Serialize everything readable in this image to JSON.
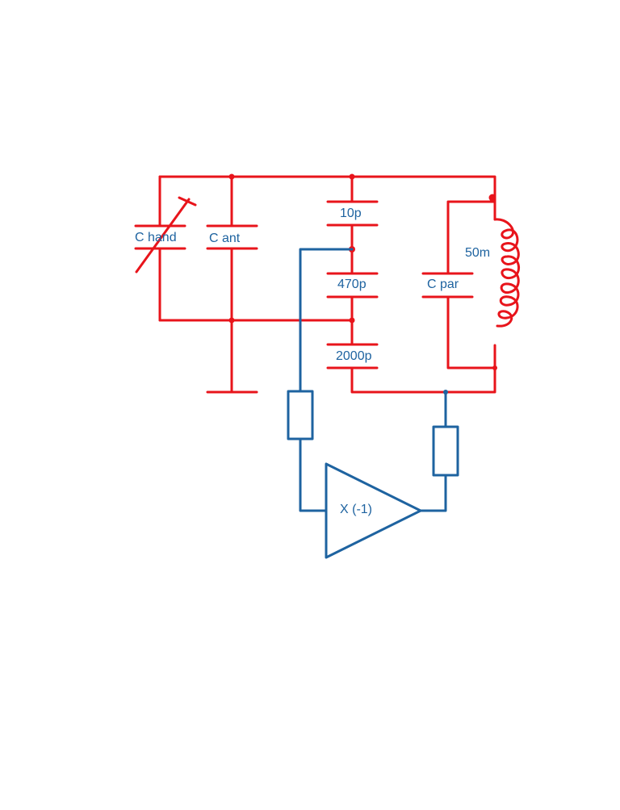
{
  "colors": {
    "circuit": "#e8141b",
    "feedback": "#1e63a0",
    "background": "#ffffff"
  },
  "labels": {
    "c_hand": "C hand",
    "c_ant": "C ant",
    "cap_10p": "10p",
    "cap_470p": "470p",
    "cap_2000p": "2000p",
    "c_par": "C par",
    "inductor": "50m",
    "amplifier": "X (-1)"
  }
}
